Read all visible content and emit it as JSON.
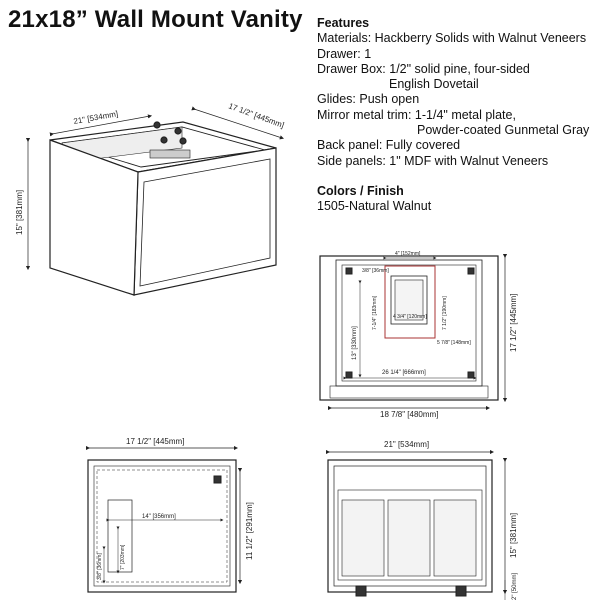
{
  "title": "21x18” Wall Mount Vanity",
  "features": {
    "heading": "Features",
    "materials": "Materials: Hackberry Solids with Walnut Veneers",
    "drawer": "Drawer: 1",
    "drawer_box_1": "Drawer Box: 1/2\" solid pine, four-sided",
    "drawer_box_2": "English Dovetail",
    "glides": "Glides: Push open",
    "mirror_1": "Mirror metal trim: 1-1/4\" metal plate,",
    "mirror_2": "Powder-coated Gunmetal Gray",
    "back_panel": "Back panel: Fully covered",
    "side_panels": "Side panels: 1\" MDF with Walnut Veneers"
  },
  "colors": {
    "heading": "Colors / Finish",
    "finish": "1505-Natural Walnut"
  },
  "iso_view": {
    "width": "21\" [534mm]",
    "depth": "17 1/2\" [445mm]",
    "height": "15\" [381mm]"
  },
  "top_view": {
    "notch_width": "4\" [152mm]",
    "notch_offset": "3/8\" [36mm]",
    "notch_depth": "7-1/4\" [183mm]",
    "notch_inner": "4 3/4\" [120mm]",
    "notch_side": "7 1/2\" [190mm]",
    "notch_small": "5 7/8\" [148mm]",
    "inner_depth": "13\" [330mm]",
    "inner_width": "26 1/4\" [666mm]",
    "depth": "17 1/2\" [445mm]",
    "width": "18 7/8\" [480mm]"
  },
  "side_view": {
    "depth": "17 1/2\" [445mm]",
    "inner_width": "14\" [356mm]",
    "height": "11 1/2\" [291mm]",
    "small_height": "3/8\" [36mm]",
    "drawer_height": "7\" [203mm]"
  },
  "front_view": {
    "width": "21\" [534mm]",
    "height": "15\" [381mm]",
    "bottom": "2\" [50mm]"
  }
}
